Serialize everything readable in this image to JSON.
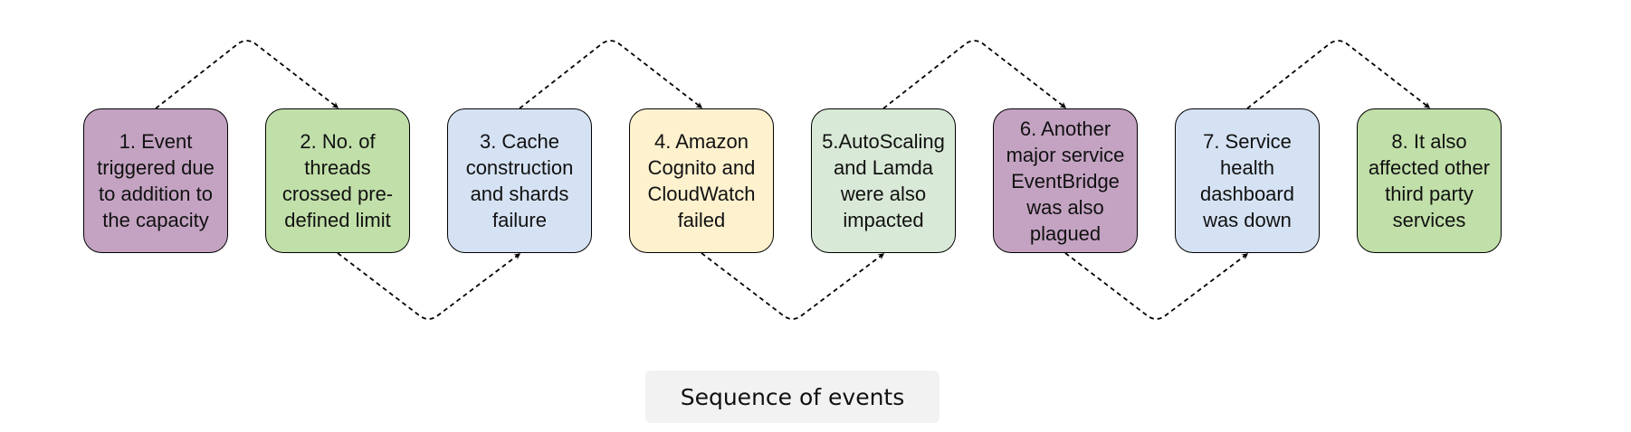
{
  "steps": [
    {
      "label": "1. Event triggered due to addition to the capacity",
      "lines": [
        "1. Event",
        "triggered due",
        "to addition to",
        "the capacity"
      ],
      "color": "#c4a3c2"
    },
    {
      "label": "2. No. of threads crossed pre-defined limit",
      "lines": [
        "2. No. of",
        "threads",
        "crossed pre-",
        "defined limit"
      ],
      "color": "#c1dfa9"
    },
    {
      "label": "3. Cache construction and shards failure",
      "lines": [
        "3. Cache",
        "construction",
        "and shards",
        "failure"
      ],
      "color": "#d5e2f3"
    },
    {
      "label": "4. Amazon Cognito and CloudWatch failed",
      "lines": [
        "4. Amazon",
        "Cognito and",
        "CloudWatch",
        "failed"
      ],
      "color": "#fdf1ce"
    },
    {
      "label": "5.AutoScaling and Lamda were also impacted",
      "lines": [
        "5.AutoScaling",
        "and Lamda",
        "were also",
        "impacted"
      ],
      "color": "#d9e9d7"
    },
    {
      "label": "6. Another major service EventBridge was also plagued",
      "lines": [
        "6. Another",
        "major service",
        "EventBridge",
        "was also",
        "plagued"
      ],
      "color": "#c4a3c2"
    },
    {
      "label": "7. Service health dashboard was down",
      "lines": [
        "7. Service",
        "health",
        "dashboard",
        "was down"
      ],
      "color": "#d5e2f3"
    },
    {
      "label": "8. It also affected other third party services",
      "lines": [
        "8. It also",
        "affected other",
        "third party",
        "services"
      ],
      "color": "#c1dfa9"
    }
  ],
  "caption": "Sequence of events",
  "connector_color": "#000000"
}
